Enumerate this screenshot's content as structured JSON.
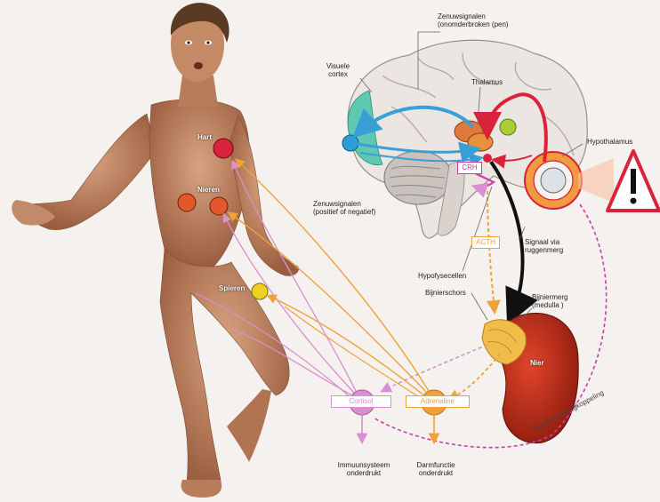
{
  "labels": {
    "zenuwsignalen_top": "Zenuwsignalen\n(onomderbroken (pen)",
    "visuele_cortex": "Visuele\ncortex",
    "thalamus": "Thalamus",
    "hypothalamus": "Hypothalamus",
    "crh": "CRH",
    "zenuwsignalen_mid": "Zenuwsignalen\n(positief of negatief)",
    "acth": "ACTH",
    "signaal_ruggenmerg": "Signaal via\nruggenmerg",
    "hypofyse": "Hypofysecellen",
    "bijnierschors": "Bijnierschors",
    "bijniermerg": "Bijniermerg\n(medulla )",
    "nier": "Nier",
    "negatieve_terugkoppeling": "Negatieve terugkoppeling",
    "cortisol": "Cortisol",
    "adrenaline": "Adrenaline",
    "immuunsysteem": "Immuunsysteem\nonderdrukt",
    "darmfunctie": "Darmfunctie\nonderdrukt",
    "hart": "Hart",
    "nieren": "Nieren",
    "spieren": "Spieren"
  },
  "colors": {
    "cortisol": "#d98fd0",
    "adrenaline": "#f0a23a",
    "stimulus": "#4aa8d8",
    "signal": "#d8233a",
    "warning": "#d8233a"
  },
  "icons": {
    "warning": "exclamation-triangle-icon"
  }
}
